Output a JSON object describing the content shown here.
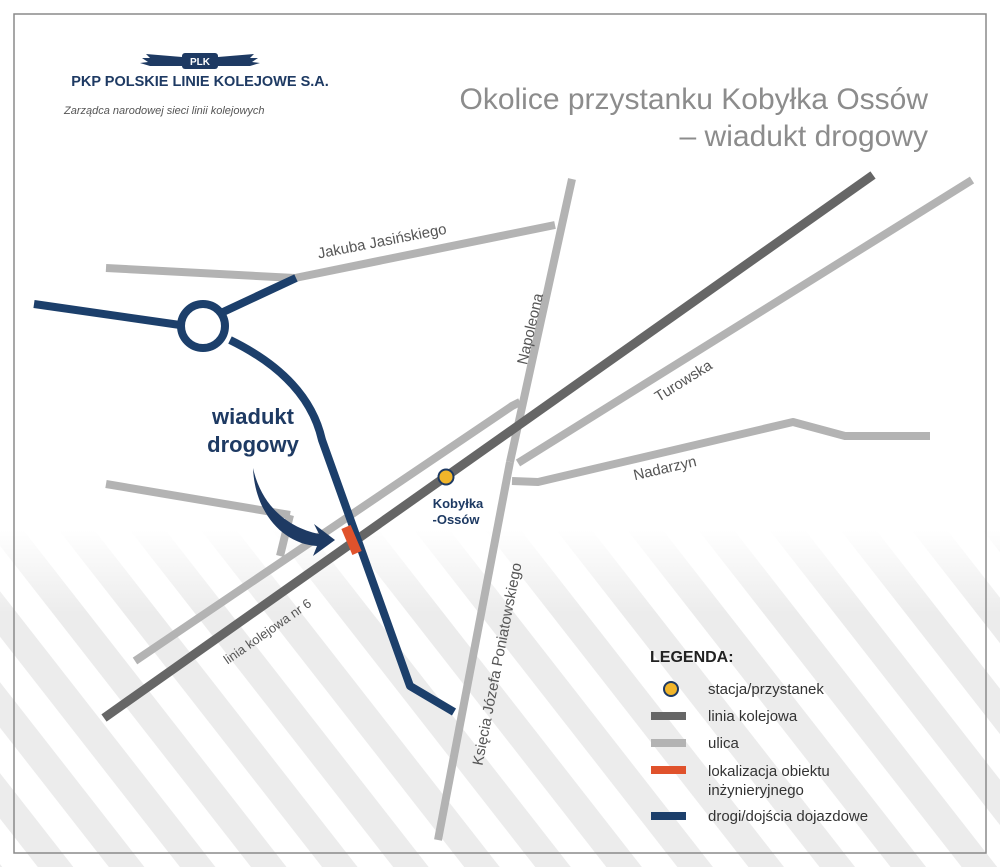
{
  "header": {
    "org_name": "PKP POLSKIE LINIE KOLEJOWE S.A.",
    "org_subtitle": "Zarządca narodowej sieci linii kolejowych",
    "logo_text": "PLK",
    "title_line1": "Okolice przystanku Kobyłka Ossów",
    "title_line2": "– wiadukt drogowy"
  },
  "streets": {
    "jasinskiego": "Jakuba Jasińskiego",
    "napoleona": "Napoleona",
    "turowska": "Turowska",
    "nadarzyn": "Nadarzyn",
    "poniatowskiego": "Księcia Józefa Poniatowskiego"
  },
  "railway": {
    "label": "linia kolejowa nr 6"
  },
  "station": {
    "name_line1": "Kobyłka",
    "name_line2": "-Ossów"
  },
  "callout": {
    "line1": "wiadukt",
    "line2": "drogowy"
  },
  "legend": {
    "title": "LEGENDA:",
    "items": [
      {
        "label": "stacja/przystanek",
        "symbol": "station-dot"
      },
      {
        "label": "linia kolejowa",
        "symbol": "rail-line"
      },
      {
        "label": "ulica",
        "symbol": "street-line"
      },
      {
        "label_line1": "lokalizacja obiektu",
        "label_line2": "inżynieryjnego",
        "symbol": "object-marker"
      },
      {
        "label": "drogi/dojścia dojazdowe",
        "symbol": "access-road"
      }
    ]
  },
  "colors": {
    "street": "#b3b3b3",
    "rail": "#666666",
    "access_road": "#1c3f6b",
    "object_marker": "#e0522c",
    "station_fill": "#f1b52a",
    "title_gray": "#8c8c8c",
    "navy": "#1e3a63"
  }
}
